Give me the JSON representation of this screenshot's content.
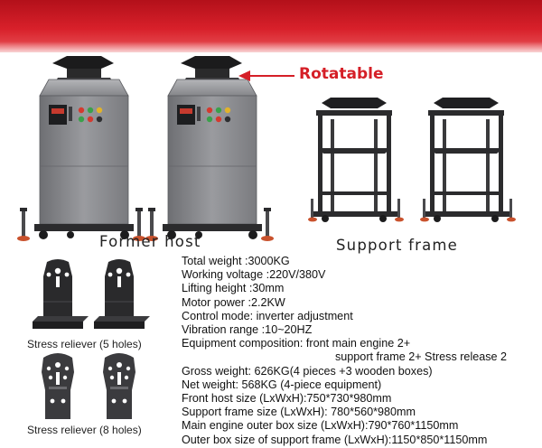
{
  "banner": {
    "color": "#d21e27"
  },
  "labels": {
    "rotatable": "Rotatable",
    "former_host": "Former host",
    "support_frame": "Support frame",
    "stress_reliever_5": "Stress reliever (5 holes)",
    "stress_reliever_8": "Stress reliever (8 holes)"
  },
  "specs": [
    "Total weight :3000KG",
    "Working voltage :220V/380V",
    "Lifting height :30mm",
    "Motor power :2.2KW",
    "Control mode: inverter adjustment",
    "Vibration range :10~20HZ",
    "Equipment composition: front main engine 2+",
    "support frame 2+ Stress release 2",
    "Gross weight: 626KG(4 pieces +3 wooden boxes)",
    "Net weight: 568KG (4-piece equipment)",
    "Front host size (LxWxH):750*730*980mm",
    "Support frame size (LxWxH): 780*560*980mm",
    "Main engine outer box size (LxWxH):790*760*1150mm",
    "Outer box size of support frame (LxWxH):1150*850*1150mm"
  ],
  "icons": {
    "host_machine": "vibration-host-machine",
    "support_frame": "steel-support-frame",
    "stress_reliever": "stress-reliever-bracket",
    "arrow": "arrow-left-icon"
  },
  "colors": {
    "accent_red": "#d51f27",
    "machine_gray": "#8b8c90",
    "frame_dark": "#2b2b2d"
  }
}
